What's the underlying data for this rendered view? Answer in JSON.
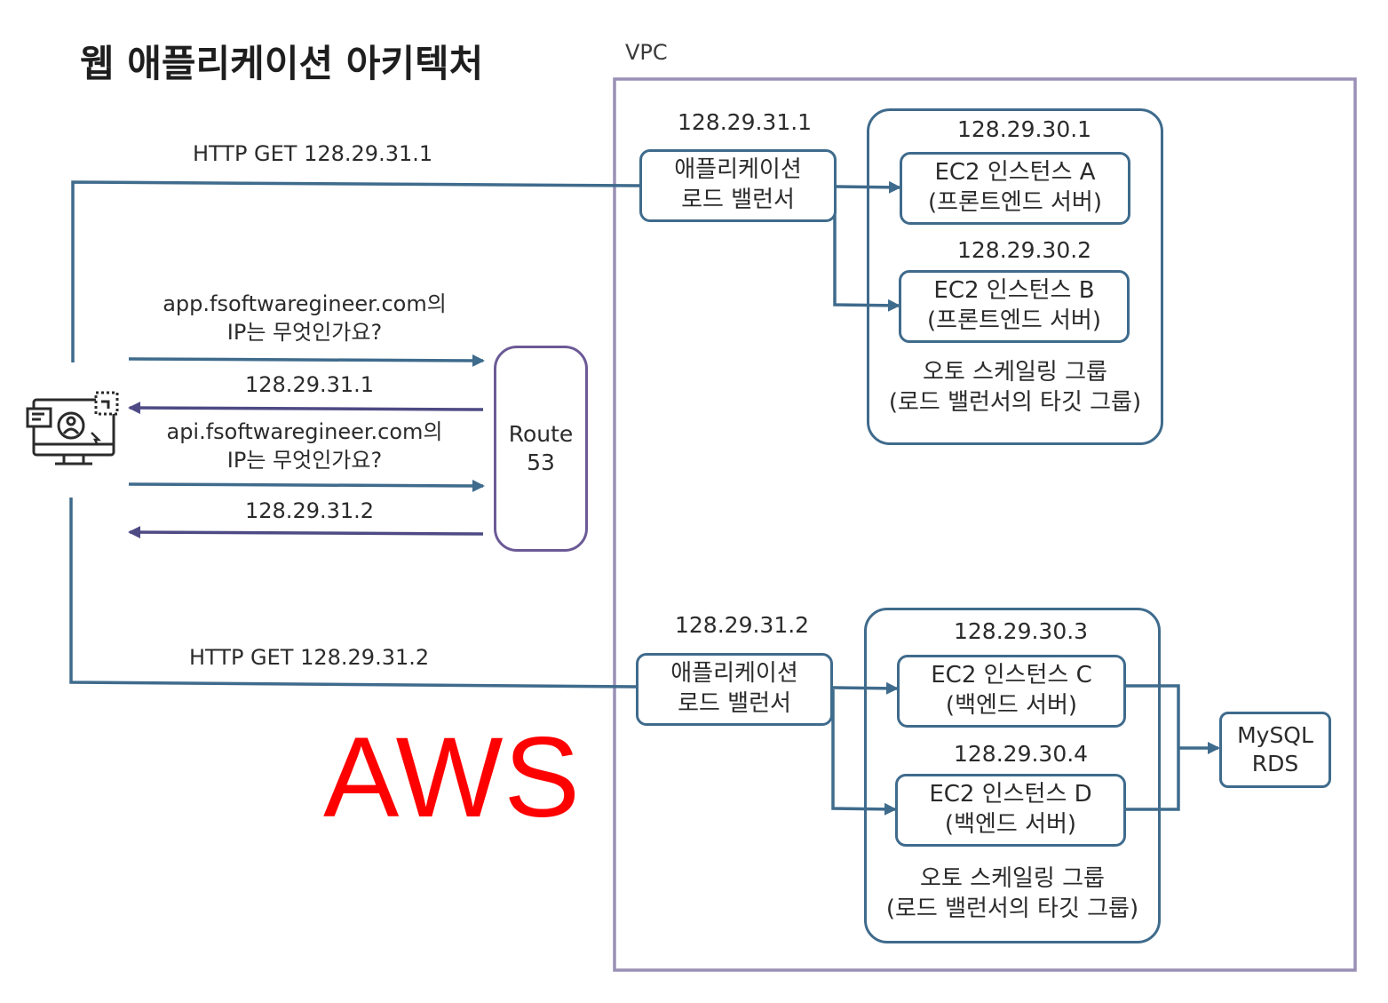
{
  "title": "웹 애플리케이션 아키텍처",
  "watermark": "AWS",
  "vpc": {
    "label": "VPC"
  },
  "colors": {
    "line": "#3f6b8c",
    "vpc_border": "#9a8fb5",
    "route53_border": "#6b5a96",
    "watermark": "#ff0000"
  },
  "client": {
    "icon": "user-computer-icon"
  },
  "requests": {
    "http_get_1": "HTTP GET 128.29.31.1",
    "http_get_2": "HTTP GET 128.29.31.2",
    "dns_query_app": [
      "app.fsoftwaregineer.com의",
      "IP는 무엇인가요?"
    ],
    "dns_answer_app": "128.29.31.1",
    "dns_query_api": [
      "api.fsoftwaregineer.com의",
      "IP는 무엇인가요?"
    ],
    "dns_answer_api": "128.29.31.2"
  },
  "route53": {
    "lines": [
      "Route",
      "53"
    ]
  },
  "load_balancers": [
    {
      "ip": "128.29.31.1",
      "lines": [
        "애플리케이션",
        "로드 밸런서"
      ]
    },
    {
      "ip": "128.29.31.2",
      "lines": [
        "애플리케이션",
        "로드 밸런서"
      ]
    }
  ],
  "groups": [
    {
      "label": [
        "오토 스케일링 그룹",
        "(로드 밸런서의 타깃 그룹)"
      ],
      "instances": [
        {
          "ip": "128.29.30.1",
          "lines": [
            "EC2 인스턴스 A",
            "(프론트엔드 서버)"
          ]
        },
        {
          "ip": "128.29.30.2",
          "lines": [
            "EC2 인스턴스 B",
            "(프론트엔드 서버)"
          ]
        }
      ]
    },
    {
      "label": [
        "오토 스케일링 그룹",
        "(로드 밸런서의 타깃 그룹)"
      ],
      "instances": [
        {
          "ip": "128.29.30.3",
          "lines": [
            "EC2 인스턴스 C",
            "(백엔드 서버)"
          ]
        },
        {
          "ip": "128.29.30.4",
          "lines": [
            "EC2 인스턴스 D",
            "(백엔드 서버)"
          ]
        }
      ]
    }
  ],
  "database": {
    "lines": [
      "MySQL",
      "RDS"
    ]
  }
}
